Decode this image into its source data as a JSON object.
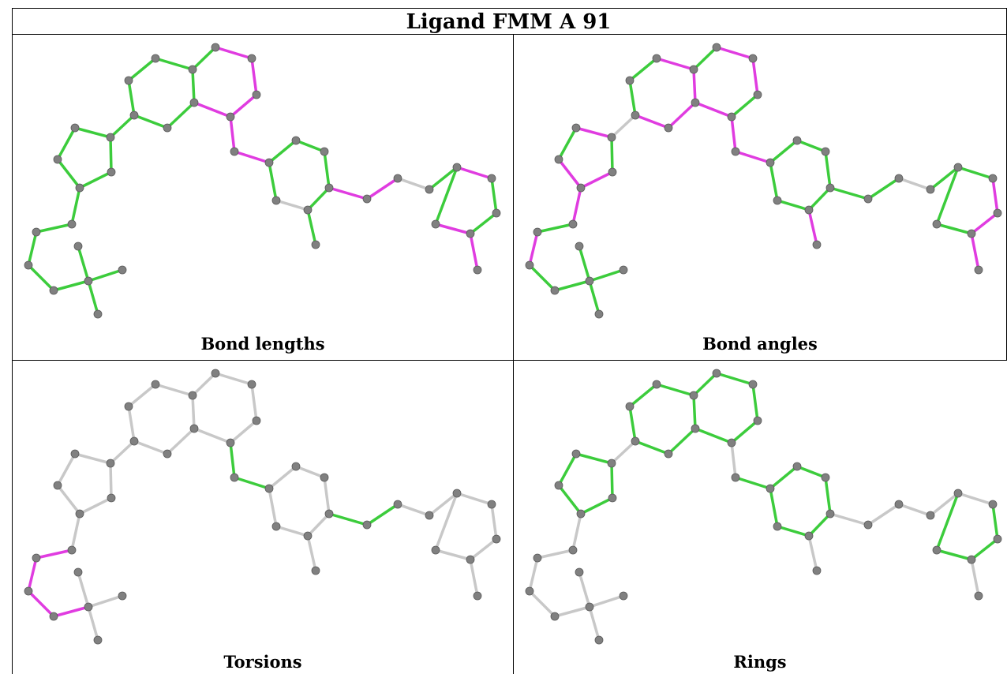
{
  "title": "Ligand FMM A 91",
  "colors": {
    "grey": "#c8c8c8",
    "green": "#3ccc3c",
    "magenta": "#e03ce0"
  },
  "panels": [
    {
      "caption": "Bond lengths",
      "magenta": [
        [
          6,
          7
        ],
        [
          7,
          8
        ],
        [
          8,
          9
        ],
        [
          9,
          4
        ],
        [
          9,
          10
        ],
        [
          10,
          11
        ],
        [
          14,
          15
        ],
        [
          15,
          16
        ],
        [
          22,
          23
        ],
        [
          24,
          25
        ],
        [
          25,
          26
        ]
      ],
      "grey": [
        [
          16,
          17
        ],
        [
          11,
          12
        ]
      ],
      "green": "rest"
    },
    {
      "caption": "Bond angles",
      "magenta": [
        [
          2,
          3
        ],
        [
          3,
          4
        ],
        [
          4,
          5
        ],
        [
          5,
          6
        ],
        [
          6,
          7
        ],
        [
          7,
          8
        ],
        [
          9,
          10
        ],
        [
          10,
          11
        ],
        [
          11,
          12
        ],
        [
          15,
          16
        ],
        [
          17,
          18
        ],
        [
          18,
          19
        ],
        [
          22,
          23
        ],
        [
          23,
          24
        ],
        [
          26,
          27
        ],
        [
          28,
          29
        ],
        [
          29,
          30
        ],
        [
          29,
          32
        ]
      ],
      "grey": [
        [
          1,
          14
        ],
        [
          16,
          17
        ]
      ],
      "green": "rest"
    },
    {
      "caption": "Torsions",
      "magenta": [
        [
          18,
          19
        ],
        [
          19,
          20
        ],
        [
          20,
          21
        ],
        [
          21,
          22
        ]
      ],
      "green": [
        [
          9,
          10
        ],
        [
          10,
          11
        ],
        [
          15,
          16
        ],
        [
          16,
          17
        ]
      ],
      "grey": "rest"
    },
    {
      "caption": "Rings",
      "green": [
        [
          0,
          1
        ],
        [
          1,
          2
        ],
        [
          2,
          3
        ],
        [
          3,
          4
        ],
        [
          4,
          5
        ],
        [
          5,
          0
        ],
        [
          3,
          6
        ],
        [
          6,
          7
        ],
        [
          7,
          8
        ],
        [
          8,
          9
        ],
        [
          9,
          4
        ],
        [
          11,
          12
        ],
        [
          12,
          13
        ],
        [
          13,
          14
        ],
        [
          14,
          15
        ],
        [
          15,
          11
        ],
        [
          17,
          18
        ],
        [
          18,
          19
        ],
        [
          19,
          20
        ],
        [
          20,
          21
        ],
        [
          21,
          17
        ],
        [
          28,
          29
        ],
        [
          29,
          30
        ],
        [
          30,
          31
        ],
        [
          31,
          28
        ]
      ],
      "grey": "rest"
    }
  ]
}
